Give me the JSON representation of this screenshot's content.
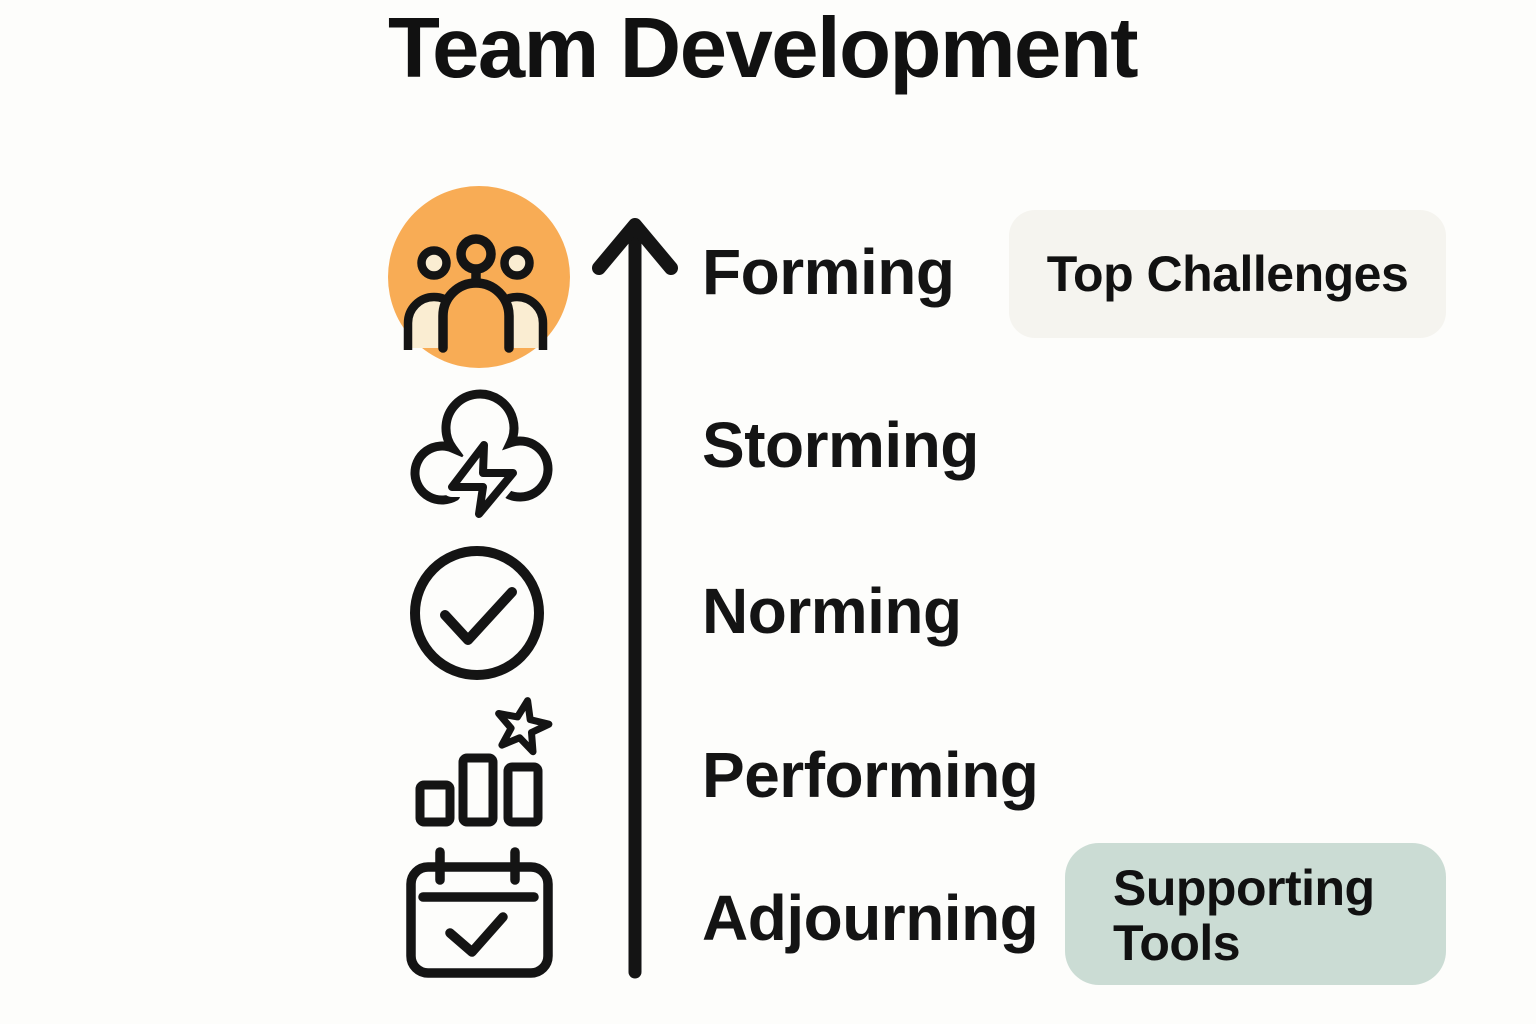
{
  "title": "Team Development",
  "stages": [
    {
      "label": "Forming",
      "icon": "team-people-icon"
    },
    {
      "label": "Storming",
      "icon": "storm-cloud-lightning-icon"
    },
    {
      "label": "Norming",
      "icon": "check-circle-icon"
    },
    {
      "label": "Performing",
      "icon": "bar-chart-star-icon"
    },
    {
      "label": "Adjourning",
      "icon": "calendar-check-icon"
    }
  ],
  "arrow": {
    "direction": "up"
  },
  "badges": {
    "top_challenges": "Top Challenges",
    "supporting_tools": "Supporting Tools"
  },
  "colors": {
    "background": "#FDFDFB",
    "ink": "#141414",
    "forming_accent_orange": "#F8AC55",
    "people_fill_cream": "#FAEDD2",
    "challenges_badge_bg": "#F5F4EF",
    "tools_badge_bg": "#CBDCD4"
  }
}
